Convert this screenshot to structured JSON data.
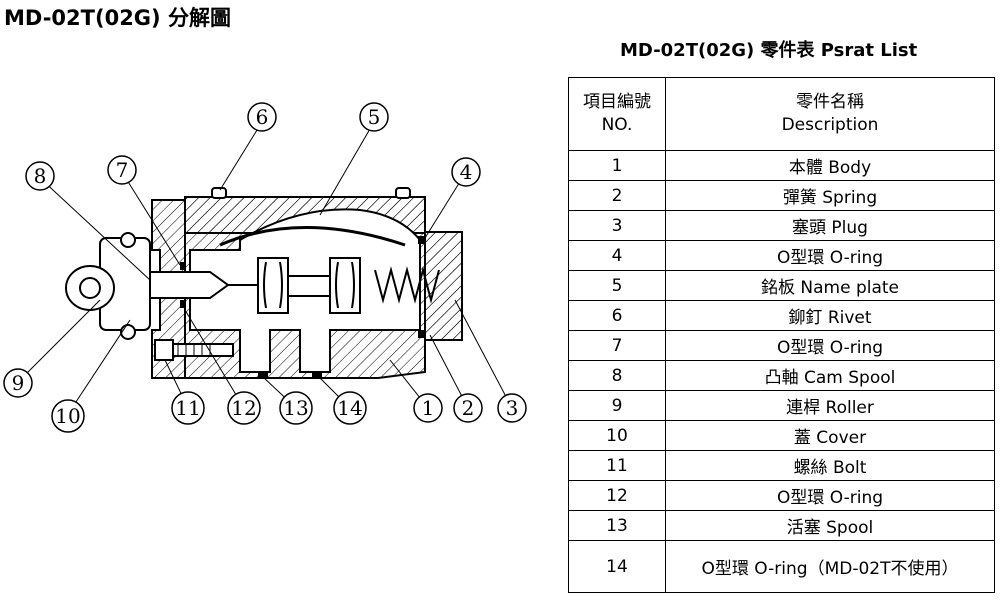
{
  "title": "MD-02T(02G) 分解圖",
  "parts_table": {
    "title": "MD-02T(02G) 零件表 Psrat List",
    "header": {
      "no_zh": "項目編號",
      "no_en": "NO.",
      "desc_zh": "零件名稱",
      "desc_en": "Description"
    },
    "rows": [
      {
        "no": "1",
        "desc": "本體 Body"
      },
      {
        "no": "2",
        "desc": "彈簧 Spring"
      },
      {
        "no": "3",
        "desc": "塞頭 Plug"
      },
      {
        "no": "4",
        "desc": "O型環 O-ring"
      },
      {
        "no": "5",
        "desc": "銘板 Name plate"
      },
      {
        "no": "6",
        "desc": "鉚釘 Rivet"
      },
      {
        "no": "7",
        "desc": "O型環 O-ring"
      },
      {
        "no": "8",
        "desc": "凸軸 Cam Spool"
      },
      {
        "no": "9",
        "desc": "連桿 Roller"
      },
      {
        "no": "10",
        "desc": "蓋 Cover"
      },
      {
        "no": "11",
        "desc": "螺絲 Bolt"
      },
      {
        "no": "12",
        "desc": "O型環 O-ring"
      },
      {
        "no": "13",
        "desc": "活塞 Spool"
      },
      {
        "no": "14",
        "desc": "O型環 O-ring（MD-02T不使用）"
      }
    ]
  },
  "balloons": [
    "1",
    "2",
    "3",
    "4",
    "5",
    "6",
    "7",
    "8",
    "9",
    "10",
    "11",
    "12",
    "13",
    "14"
  ]
}
